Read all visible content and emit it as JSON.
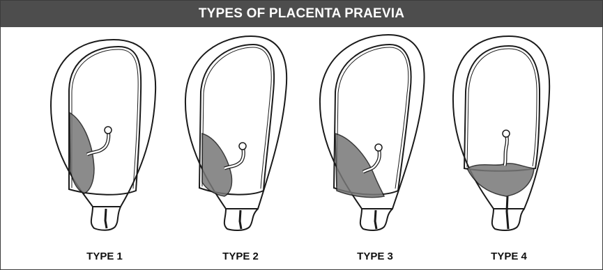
{
  "title": "TYPES OF PLACENTA PRAEVIA",
  "types": [
    {
      "label": "TYPE 1"
    },
    {
      "label": "TYPE 2"
    },
    {
      "label": "TYPE 3"
    },
    {
      "label": "TYPE 4"
    }
  ],
  "colors": {
    "header_bg": "#4d4d4d",
    "header_text": "#ffffff",
    "line": "#1a1a1a"
  }
}
